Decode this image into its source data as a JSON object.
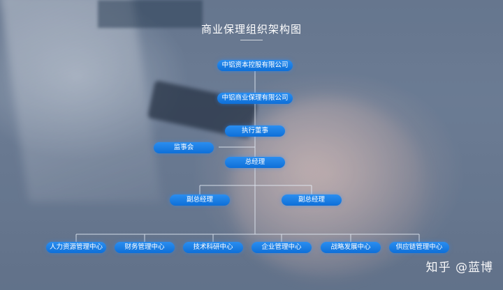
{
  "title": "商业保理组织架构图",
  "nodes": {
    "parent": "中铝资本控股有限公司",
    "company": "中铝商业保理有限公司",
    "executive_director": "执行董事",
    "supervisor": "监事会",
    "general_manager": "总经理",
    "deputy_left": "副总经理",
    "deputy_right": "副总经理"
  },
  "departments": [
    "人力资源管理中心",
    "财务管理中心",
    "技术科研中心",
    "企业管理中心",
    "战略发展中心",
    "供应链管理中心"
  ],
  "watermark": "知乎 @蓝博",
  "colors": {
    "node": "#1a80e8",
    "line": "#e6eef8",
    "title": "#ffffff"
  }
}
